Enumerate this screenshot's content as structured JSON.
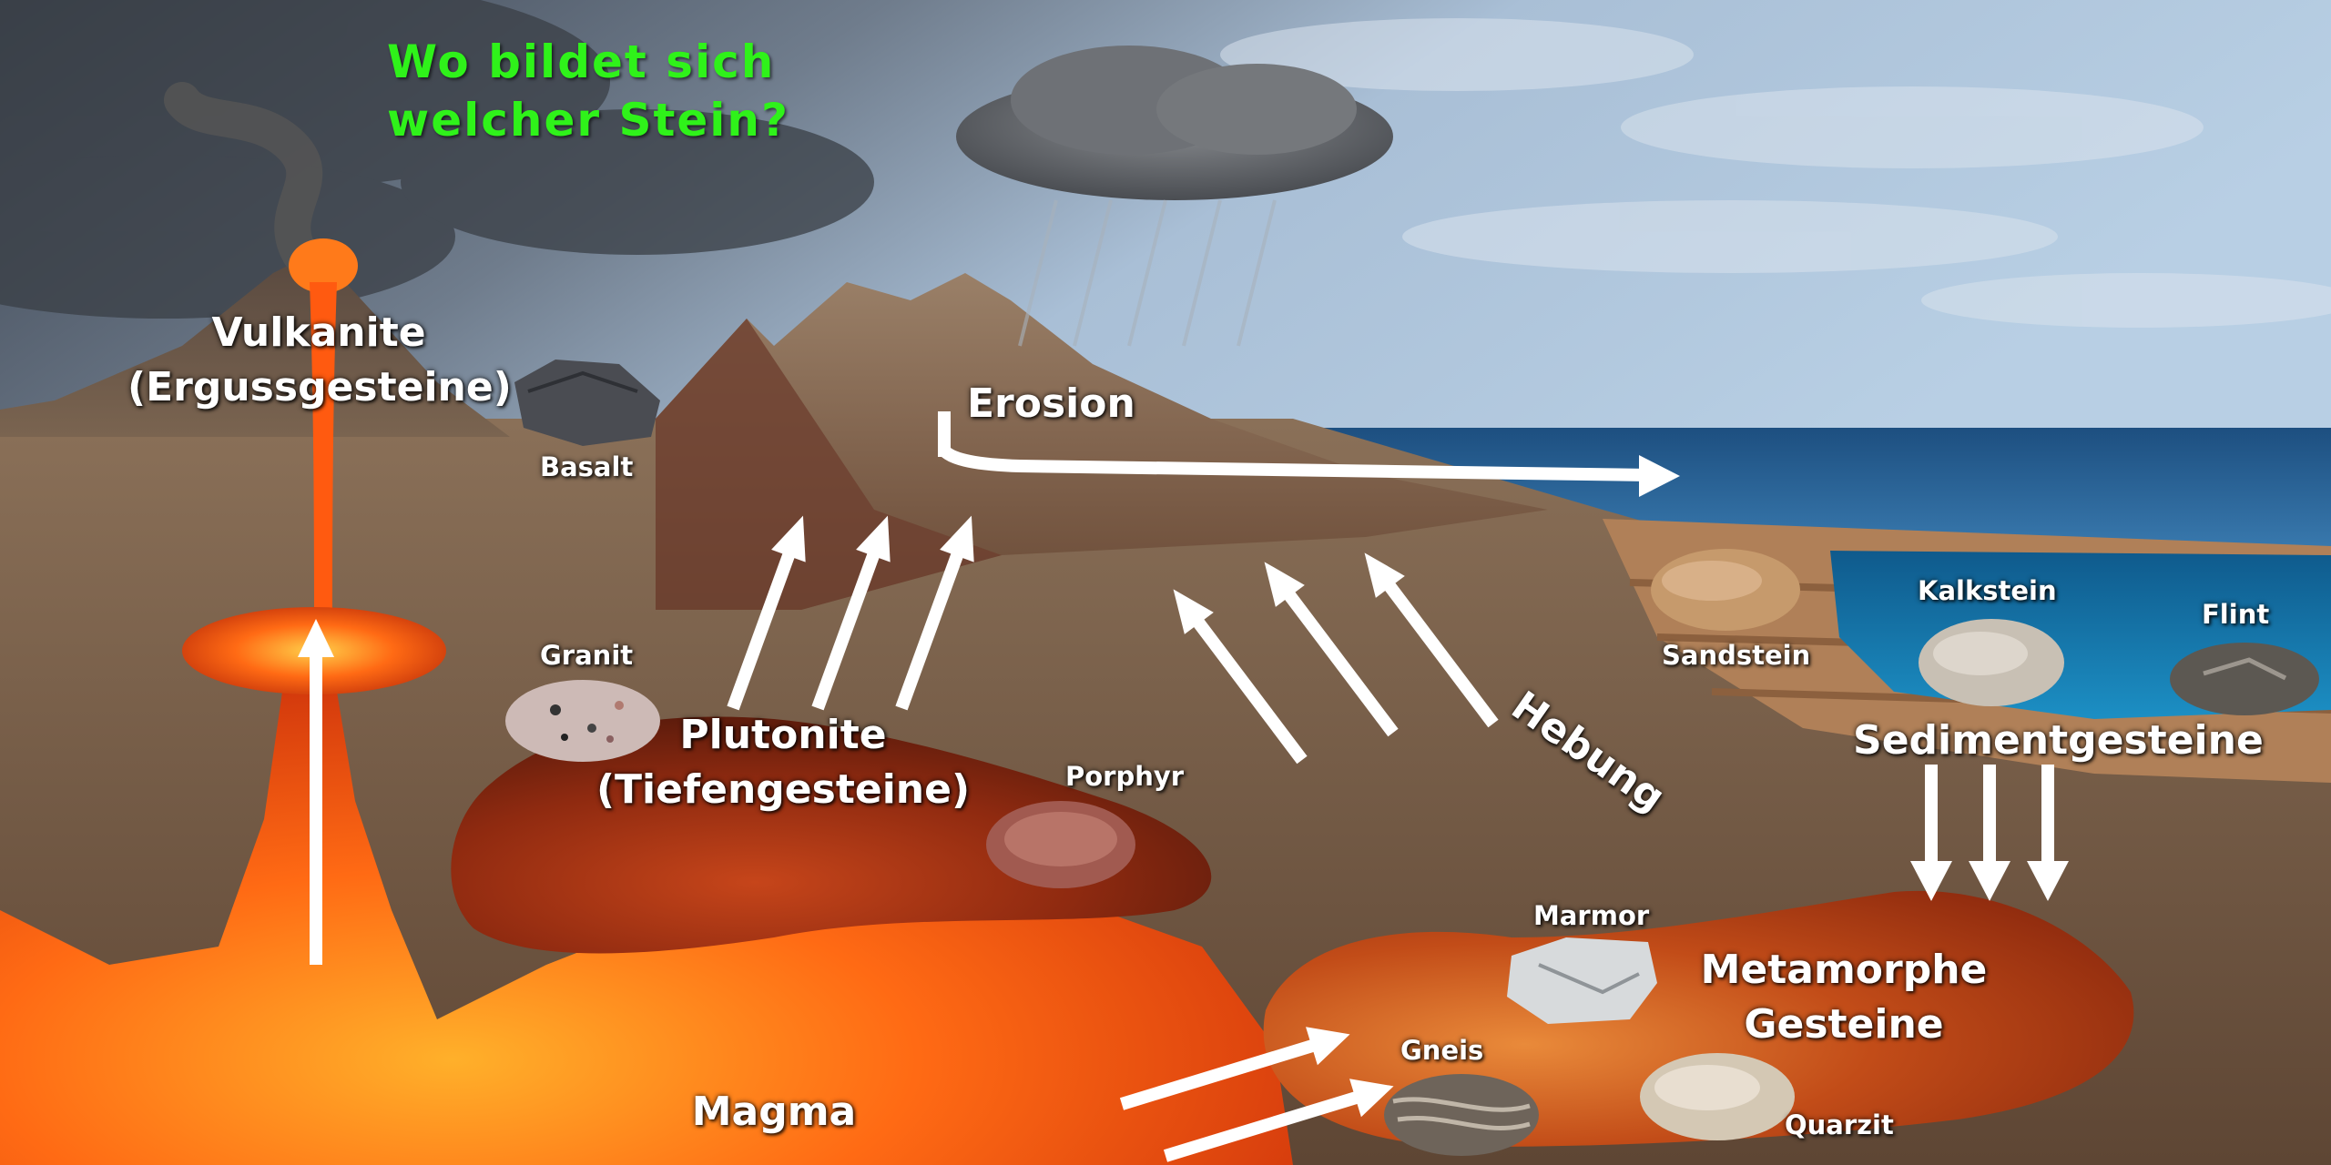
{
  "title": {
    "line1": "Wo  bildet  sich",
    "line2": "welcher Stein?"
  },
  "groups": {
    "vulkanite": {
      "line1": "Vulkanite",
      "line2": "(Ergussgesteine)"
    },
    "plutonite": {
      "line1": "Plutonite",
      "line2": "(Tiefengesteine)"
    },
    "sedimente": {
      "line1": "Sedimentgesteine"
    },
    "metamorphe": {
      "line1": "Metamorphe",
      "line2": "Gesteine"
    },
    "magma": {
      "line1": "Magma"
    }
  },
  "processes": {
    "erosion": "Erosion",
    "hebung": "Hebung"
  },
  "rocks": {
    "basalt": "Basalt",
    "granit": "Granit",
    "porphyr": "Porphyr",
    "sandstein": "Sandstein",
    "kalkstein": "Kalkstein",
    "flint": "Flint",
    "marmor": "Marmor",
    "gneis": "Gneis",
    "quarzit": "Quarzit"
  },
  "colors": {
    "title": "#2ff21a",
    "sea": "#2a5f8e",
    "lava": "#ff5a10",
    "ground": "#7a6048",
    "arrow": "#ffffff"
  }
}
